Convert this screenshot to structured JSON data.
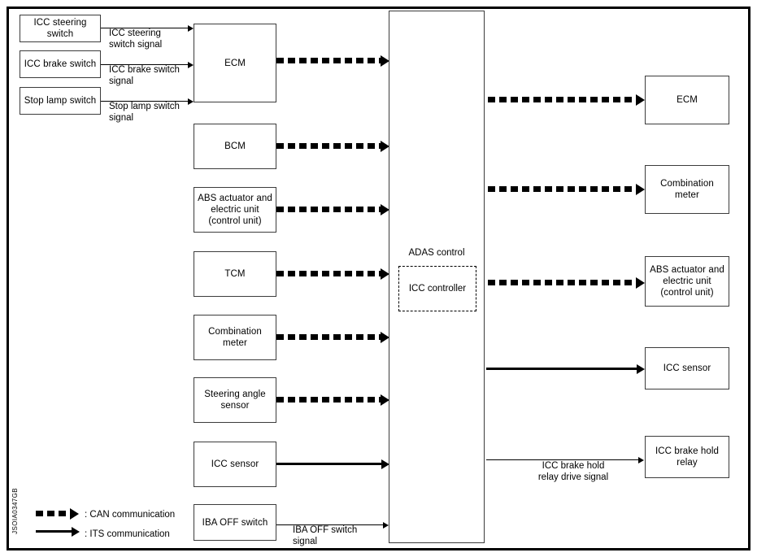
{
  "figure": {
    "code": "JSOIA0347GB"
  },
  "center": {
    "title": "ADAS control",
    "inner_label": "ICC controller"
  },
  "inputs": {
    "switches": [
      {
        "label": "ICC steering\nswitch",
        "signal": "ICC steering\nswitch signal"
      },
      {
        "label": "ICC brake\nswitch",
        "signal": "ICC brake switch\nsignal"
      },
      {
        "label": "Stop lamp\nswitch",
        "signal": "Stop lamp switch\nsignal"
      }
    ],
    "modules": [
      {
        "label": "ECM",
        "link": "can"
      },
      {
        "label": "BCM",
        "link": "can"
      },
      {
        "label": "ABS actuator\nand electric unit\n(control unit)",
        "link": "can"
      },
      {
        "label": "TCM",
        "link": "can"
      },
      {
        "label": "Combination\nmeter",
        "link": "can"
      },
      {
        "label": "Steering angle\nsensor",
        "link": "can"
      },
      {
        "label": "ICC sensor",
        "link": "its"
      },
      {
        "label": "IBA OFF switch",
        "link": "plain",
        "signal": "IBA OFF switch\nsignal"
      }
    ]
  },
  "outputs": {
    "modules": [
      {
        "label": "ECM",
        "link": "can"
      },
      {
        "label": "Combination\nmeter",
        "link": "can"
      },
      {
        "label": "ABS actuator\nand electric unit\n(control unit)",
        "link": "can"
      },
      {
        "label": "ICC sensor",
        "link": "its"
      },
      {
        "label": "ICC brake hold\nrelay",
        "link": "plain",
        "signal": "ICC brake hold\nrelay drive signal"
      }
    ]
  },
  "legend": {
    "can": ": CAN communication",
    "its": ": ITS communication"
  }
}
